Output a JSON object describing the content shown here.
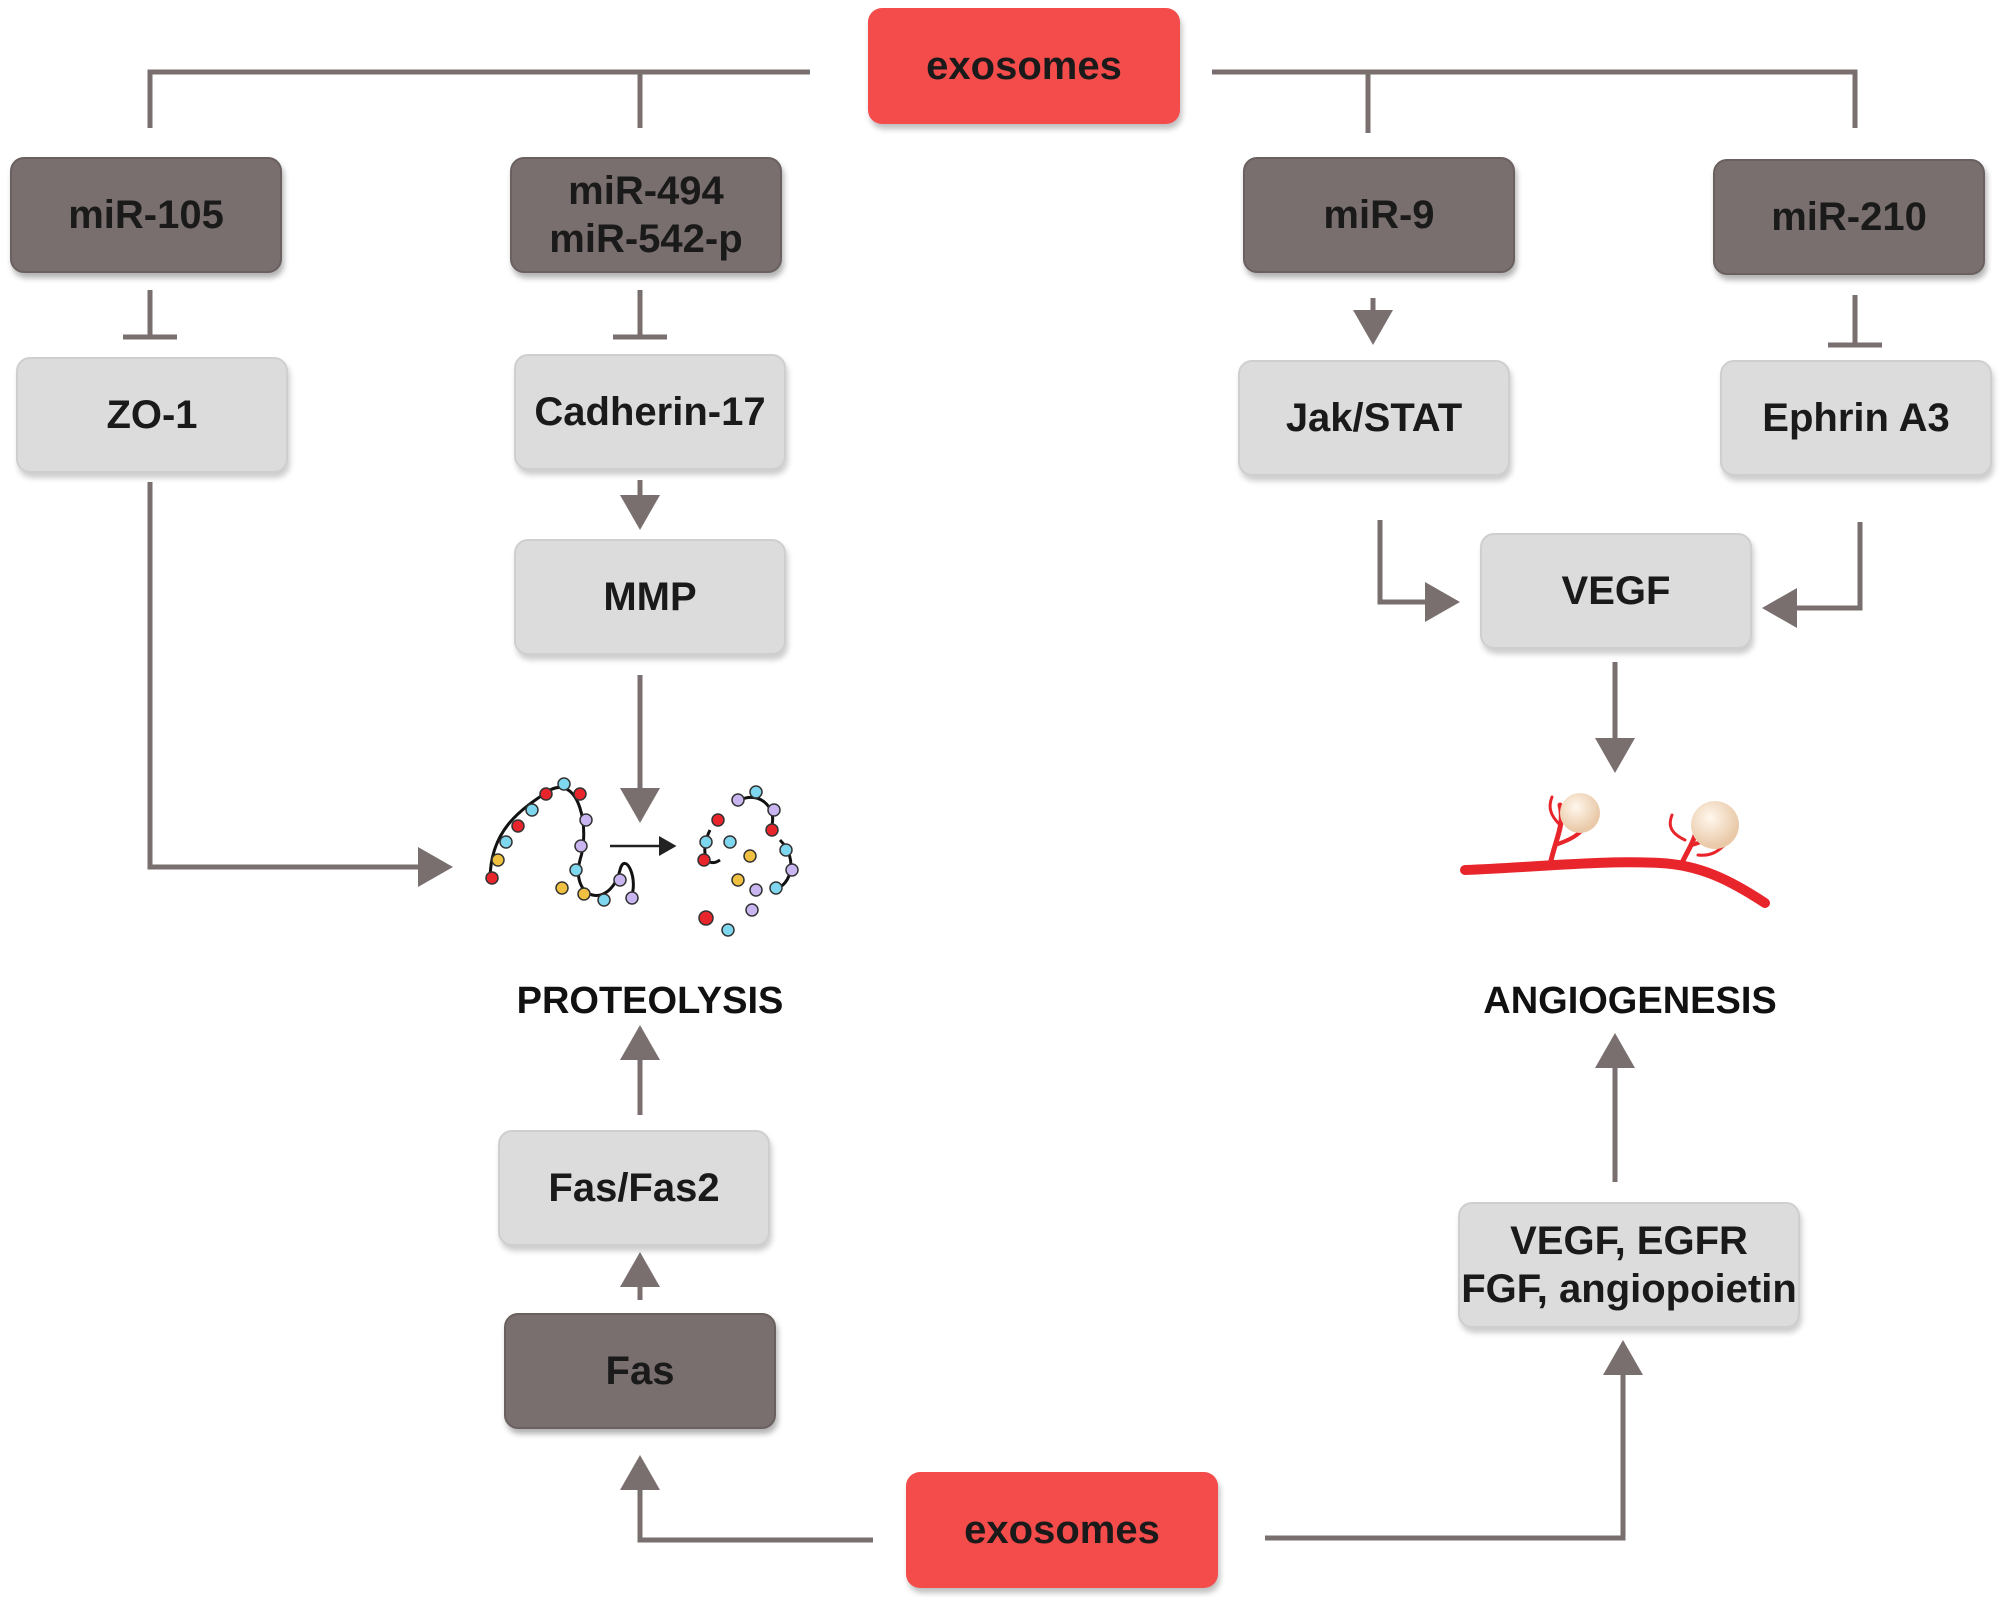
{
  "top_source": "exosomes",
  "bottom_source": "exosomes",
  "mirnas": {
    "mir105": "miR-105",
    "mir494_line1": "miR-494",
    "mir494_line2": "miR-542-p",
    "mir9": "miR-9",
    "mir210": "miR-210"
  },
  "targets": {
    "zo1": "ZO-1",
    "cadherin17": "Cadherin-17",
    "mmp": "MMP",
    "jakstat": "Jak/STAT",
    "ephrin": "Ephrin A3",
    "vegf": "VEGF"
  },
  "fas_path": {
    "fas": "Fas",
    "fas_fas2": "Fas/Fas2"
  },
  "growth_factors": {
    "line1": "VEGF, EGFR",
    "line2": "FGF, angiopoietin"
  },
  "outcomes": {
    "proteolysis": "PROTEOLYSIS",
    "angiogenesis": "ANGIOGENESIS"
  },
  "colors": {
    "source": "#f44b4b",
    "mirna": "#7a6f6f",
    "target": "#dcdcdc",
    "connector": "#7a6f6f",
    "vessel": "#e8252b"
  }
}
